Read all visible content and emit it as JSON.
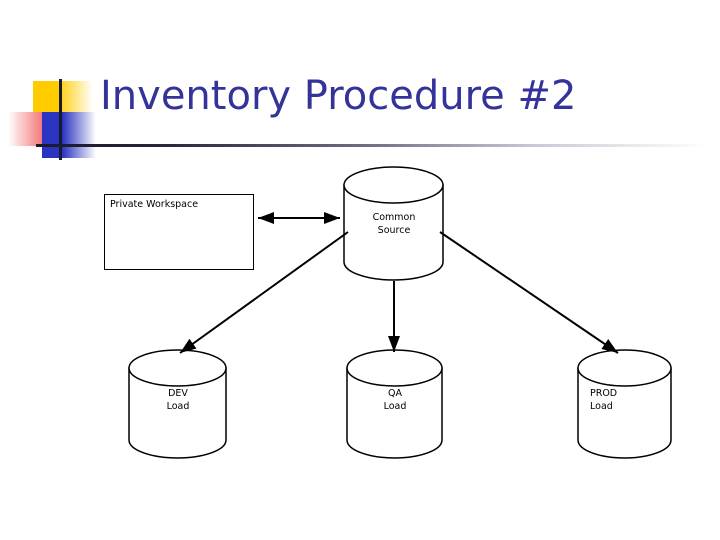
{
  "slide": {
    "title": "Inventory Procedure #2",
    "title_color": "#333399",
    "background_color": "#FFFFFF",
    "decoration": {
      "yellow_color": "#FFCC00",
      "red_color": "#F04A4A",
      "blue_color": "#2B34C0",
      "rule_color": "#1A1A2E"
    }
  },
  "diagram": {
    "type": "flow-diagram",
    "stroke_color": "#000000",
    "fill_color": "#FFFFFF",
    "nodes": [
      {
        "id": "private-workspace",
        "shape": "rectangle",
        "label": "Private Workspace",
        "label_align": "left"
      },
      {
        "id": "common-source",
        "shape": "cylinder",
        "label": "Common\nSource",
        "label_align": "center"
      },
      {
        "id": "dev-load",
        "shape": "cylinder",
        "label": "DEV\nLoad",
        "label_align": "center"
      },
      {
        "id": "qa-load",
        "shape": "cylinder",
        "label": "QA\nLoad",
        "label_align": "center"
      },
      {
        "id": "prod-load",
        "shape": "cylinder",
        "label": "PROD\nLoad",
        "label_align": "left"
      }
    ],
    "connectors": [
      {
        "id": "ws-common",
        "from": "private-workspace",
        "to": "common-source",
        "style": "double-arrow",
        "orientation": "horizontal"
      },
      {
        "id": "common-dev",
        "from": "common-source",
        "to": "dev-load",
        "style": "arrow",
        "orientation": "diagonal-left"
      },
      {
        "id": "common-qa",
        "from": "common-source",
        "to": "qa-load",
        "style": "arrow",
        "orientation": "vertical"
      },
      {
        "id": "common-prod",
        "from": "common-source",
        "to": "prod-load",
        "style": "arrow",
        "orientation": "diagonal-right"
      }
    ]
  }
}
